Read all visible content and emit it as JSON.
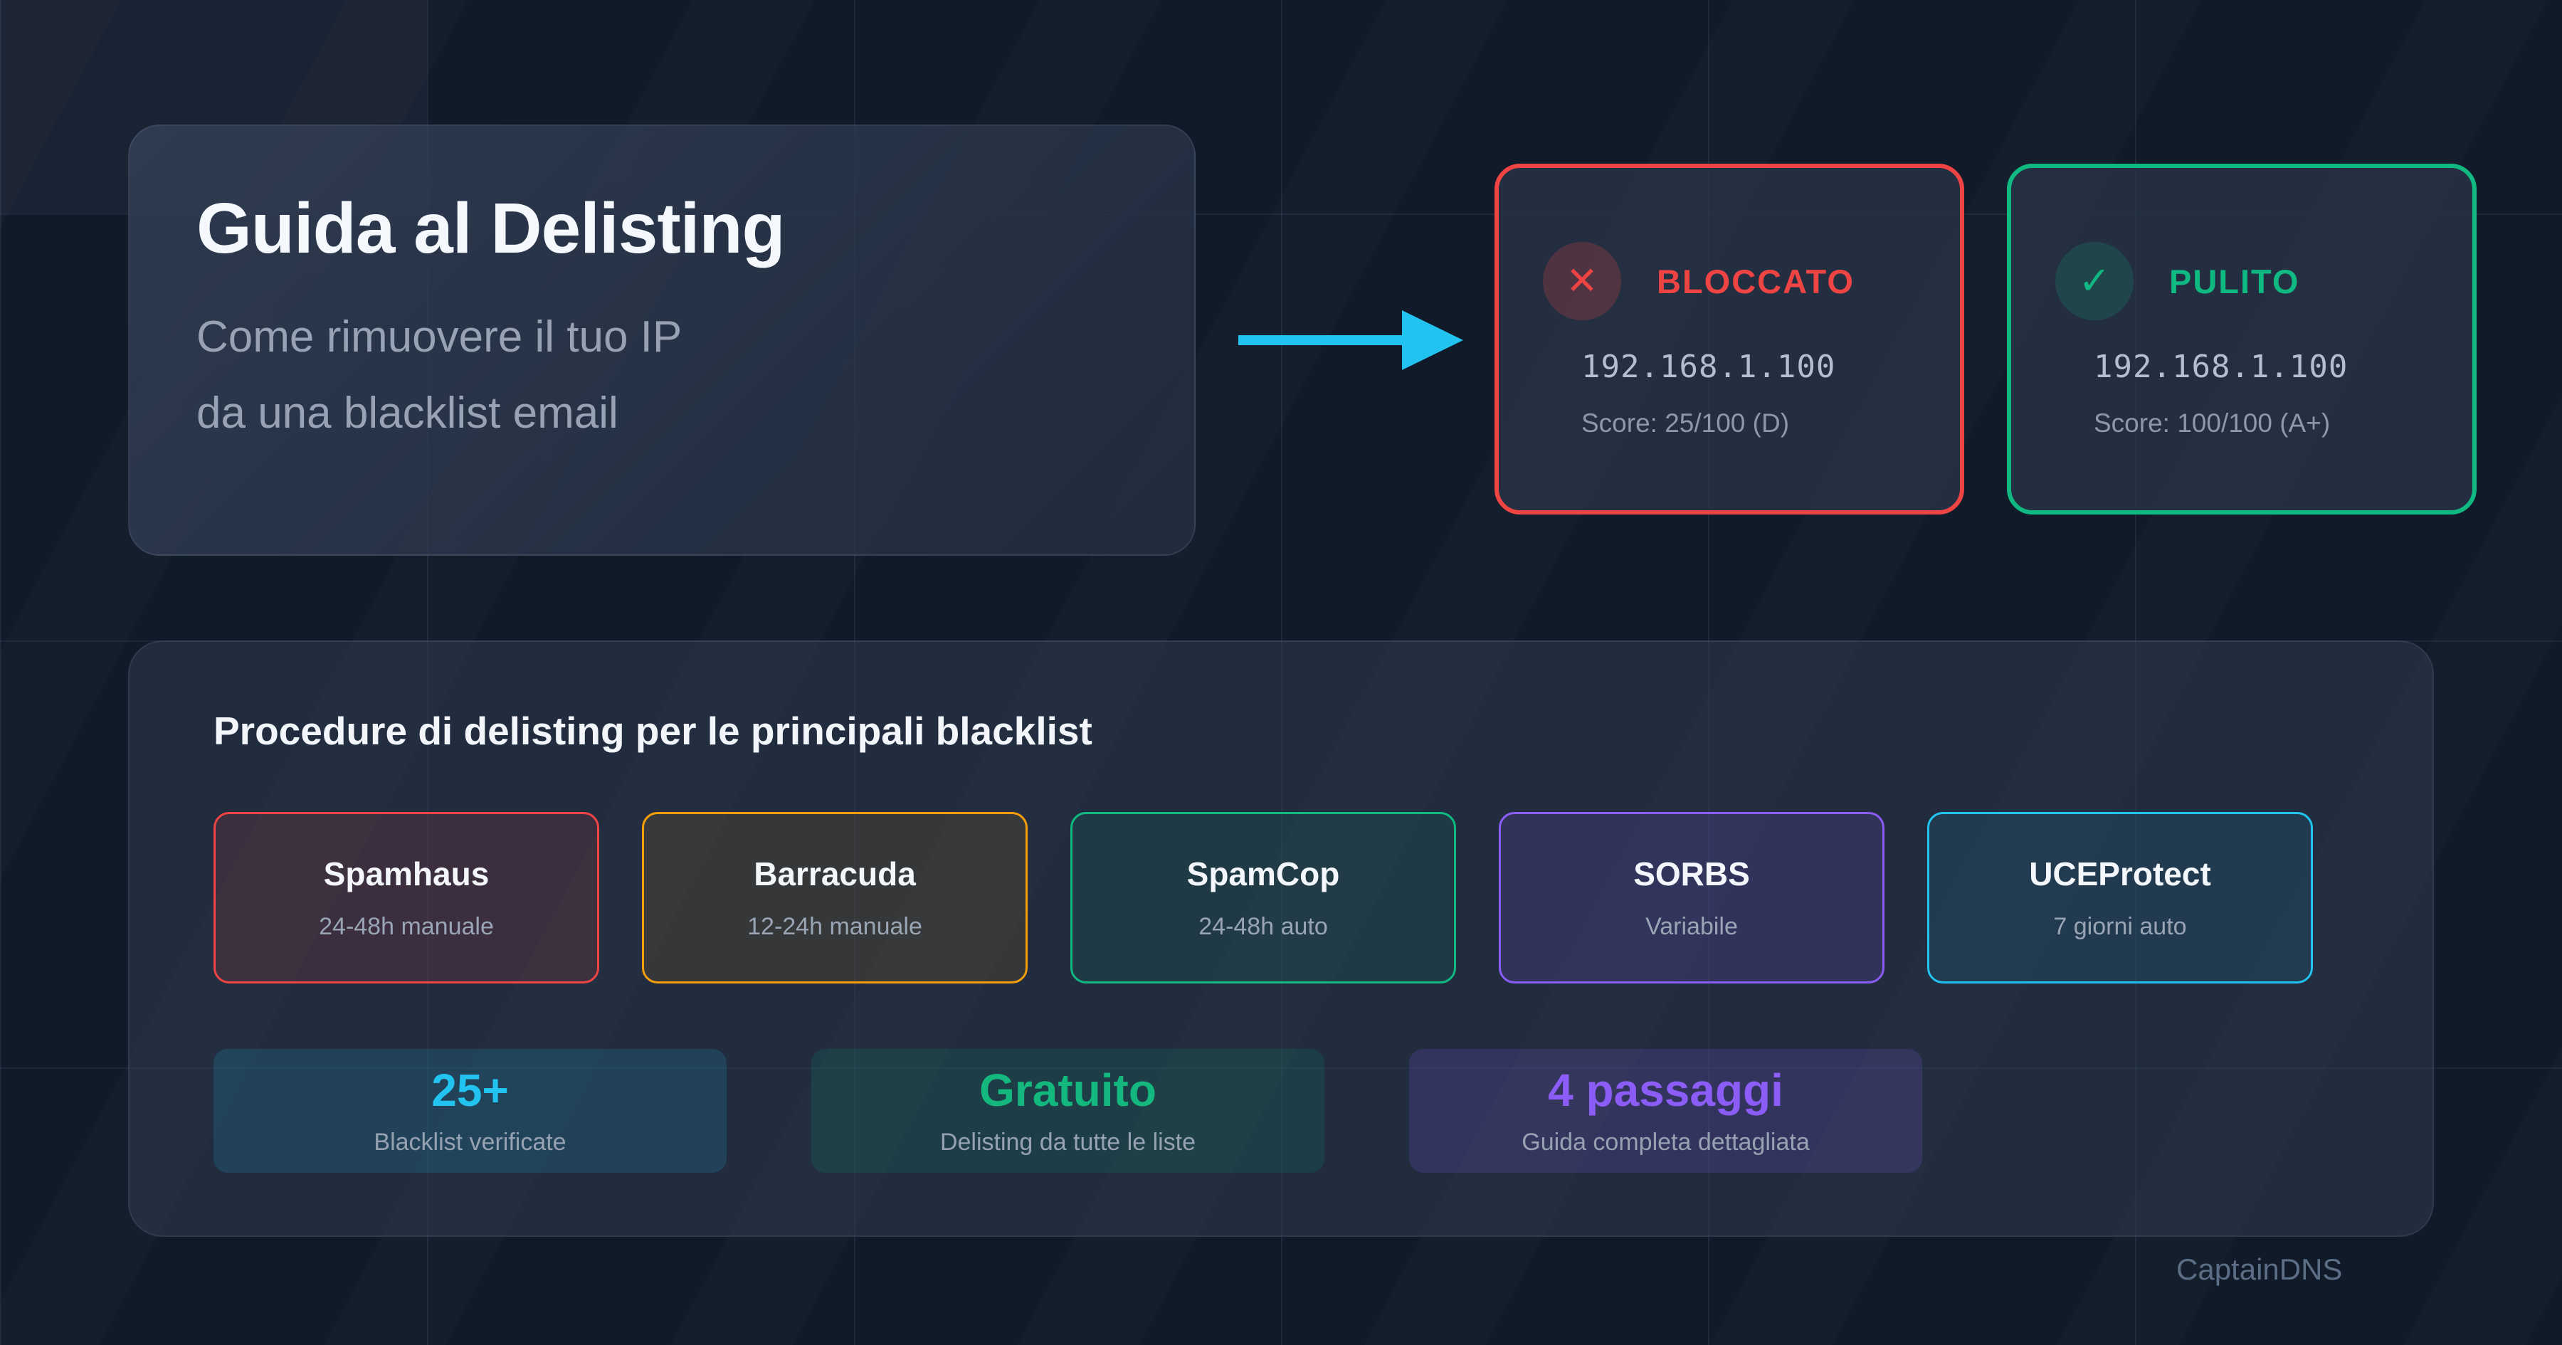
{
  "hero": {
    "title": "Guida al Delisting",
    "subtitle_line1": "Come rimuovere il tuo IP",
    "subtitle_line2": "da una blacklist email"
  },
  "status_cards": [
    {
      "id": "blocked",
      "icon": "✕",
      "icon_name": "x-cross-icon",
      "label": "BLOCCATO",
      "ip": "192.168.1.100",
      "score": "Score: 25/100 (D)",
      "color": "#ef4444"
    },
    {
      "id": "clean",
      "icon": "✓",
      "icon_name": "checkmark-icon",
      "label": "PULITO",
      "ip": "192.168.1.100",
      "score": "Score: 100/100 (A+)",
      "color": "#10b981"
    }
  ],
  "procedures": {
    "heading": "Procedure di delisting per le principali blacklist",
    "blacklists": [
      {
        "name": "Spamhaus",
        "time": "24-48h manuale",
        "color": "#ef4444"
      },
      {
        "name": "Barracuda",
        "time": "12-24h manuale",
        "color": "#f59e0b"
      },
      {
        "name": "SpamCop",
        "time": "24-48h auto",
        "color": "#10b981"
      },
      {
        "name": "SORBS",
        "time": "Variabile",
        "color": "#8b5cf6"
      },
      {
        "name": "UCEProtect",
        "time": "7 giorni auto",
        "color": "#22c3f0"
      }
    ],
    "stats": [
      {
        "value": "25+",
        "label": "Blacklist verificate",
        "color": "#22c3f0"
      },
      {
        "value": "Gratuito",
        "label": "Delisting da tutte le liste",
        "color": "#14b87e"
      },
      {
        "value": "4 passaggi",
        "label": "Guida completa dettagliata",
        "color": "#8b5cf6"
      }
    ]
  },
  "watermark": "CaptainDNS",
  "theme": {
    "background": "#111a29",
    "card_slate": "#283447",
    "arrow_cyan": "#22c3f0",
    "grid_line": "rgba(139,180,216,0.10)"
  }
}
